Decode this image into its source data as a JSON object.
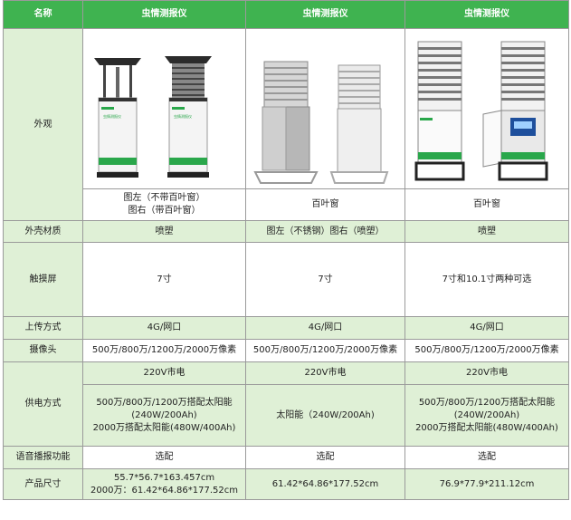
{
  "header": {
    "name_label": "名称",
    "columns": [
      "虫情测报仪",
      "虫情测报仪",
      "虫情测报仪"
    ]
  },
  "rows": {
    "appearance": {
      "label": "外观",
      "captions": [
        "图左（不带百叶窗）\n图右（带百叶窗）",
        "百叶窗",
        "百叶窗"
      ],
      "device_badge": "虫情测报仪"
    },
    "shell_material": {
      "label": "外壳材质",
      "values": [
        "喷塑",
        "图左（不锈钢）图右（喷塑）",
        "喷塑"
      ]
    },
    "touchscreen": {
      "label": "触摸屏",
      "values": [
        "7寸",
        "7寸",
        "7寸和10.1寸两种可选"
      ]
    },
    "upload": {
      "label": "上传方式",
      "values": [
        "4G/网口",
        "4G/网口",
        "4G/网口"
      ]
    },
    "camera": {
      "label": "摄像头",
      "values": [
        "500万/800万/1200万/2000万像素",
        "500万/800万/1200万/2000万像素",
        "500万/800万/1200万/2000万像素"
      ]
    },
    "power": {
      "label": "供电方式",
      "mains": [
        "220V市电",
        "220V市电",
        "220V市电"
      ],
      "solar": [
        "500万/800万/1200万搭配太阳能\n(240W/200Ah)\n2000万搭配太阳能(480W/400Ah)",
        "太阳能（240W/200Ah)",
        "500万/800万/1200万搭配太阳能\n(240W/200Ah)\n2000万搭配太阳能(480W/400Ah)"
      ]
    },
    "voice": {
      "label": "语音播报功能",
      "values": [
        "选配",
        "选配",
        "选配"
      ]
    },
    "size": {
      "label": "产品尺寸",
      "values": [
        "55.7*56.7*163.457cm\n2000万：61.42*64.86*177.52cm",
        "61.42*64.86*177.52cm",
        "76.9*77.9*211.12cm"
      ]
    }
  },
  "colors": {
    "header_bg": "#3fb350",
    "row_bg": "#dff0d6",
    "border": "#9a9a9a"
  }
}
